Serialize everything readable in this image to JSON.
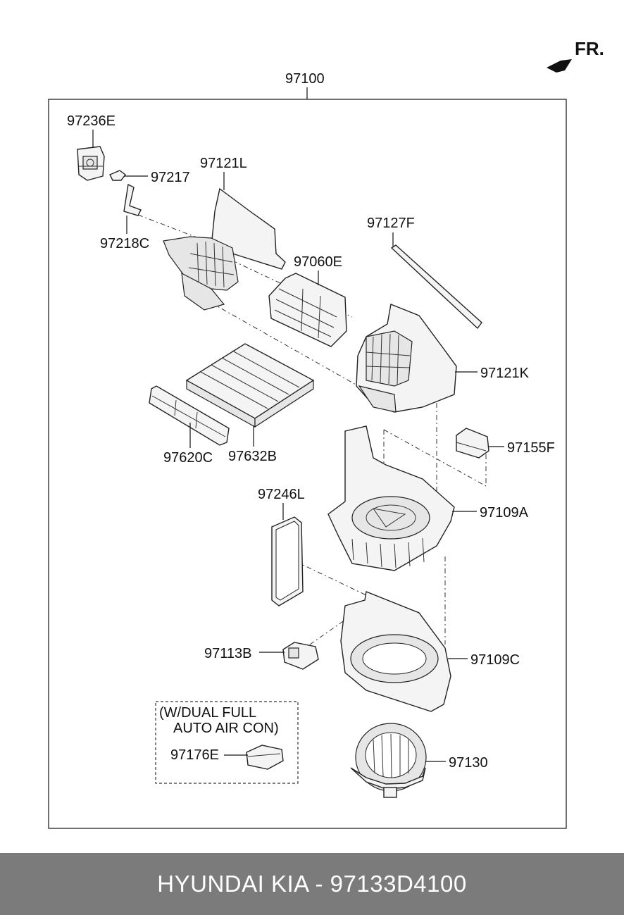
{
  "assembly_label": "97100",
  "orientation": {
    "text": "FR.",
    "icon": "front-direction-arrow-icon"
  },
  "parts": [
    {
      "id": "97236E"
    },
    {
      "id": "97217"
    },
    {
      "id": "97121L"
    },
    {
      "id": "97218C"
    },
    {
      "id": "97127F"
    },
    {
      "id": "97060E"
    },
    {
      "id": "97121K"
    },
    {
      "id": "97620C"
    },
    {
      "id": "97632B"
    },
    {
      "id": "97155F"
    },
    {
      "id": "97246L"
    },
    {
      "id": "97109A"
    },
    {
      "id": "97113B"
    },
    {
      "id": "97109C"
    },
    {
      "id": "97176E"
    },
    {
      "id": "97130"
    }
  ],
  "note": {
    "line1": "(W/DUAL FULL",
    "line2": "AUTO AIR CON)"
  },
  "footer": {
    "text": "HYUNDAI KIA - 97133D4100"
  }
}
